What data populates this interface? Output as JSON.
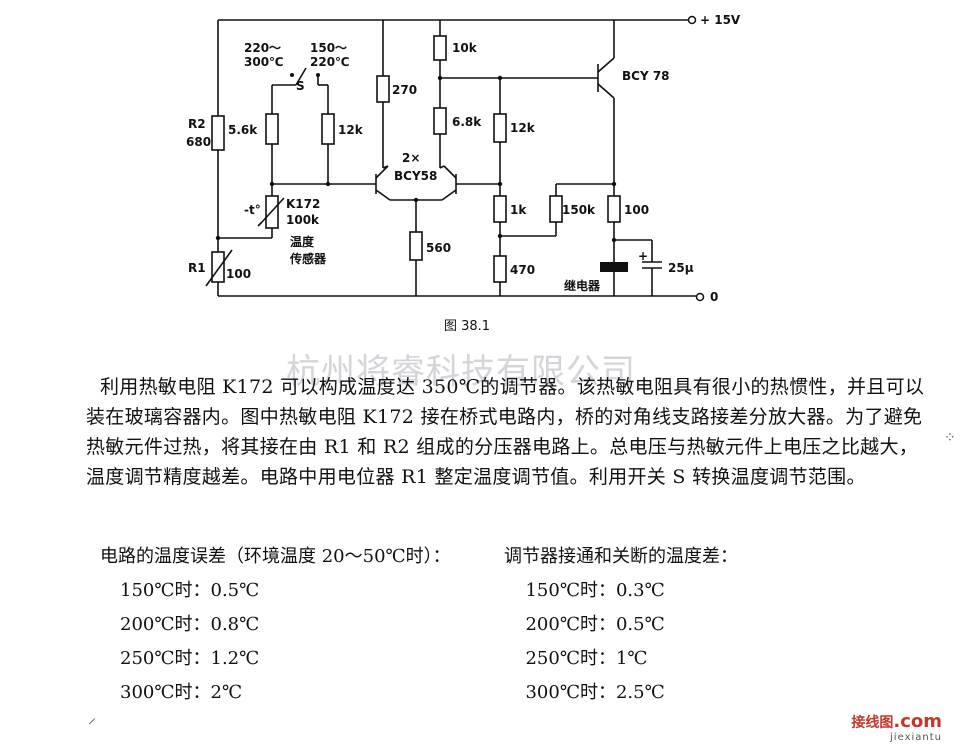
{
  "schematic": {
    "supply_label": "+ 15V",
    "ground_label": "0",
    "switch": {
      "pos1": [
        "220～",
        "300℃"
      ],
      "pos2": [
        "150～",
        "220℃"
      ],
      "name": "S"
    },
    "resistors": {
      "r2": [
        "R2",
        "680"
      ],
      "r1": [
        "R1",
        "100"
      ],
      "r56k": "5.6k",
      "r12k_a": "12k",
      "r270": "270",
      "r10k": "10k",
      "r68k": "6.8k",
      "r12k_b": "12k",
      "r1k": "1k",
      "r150k": "150k",
      "r100": "100",
      "r560": "560",
      "r470": "470"
    },
    "thermistor": {
      "temp_symbol": "-t°",
      "part": "K172",
      "value": "100k",
      "desc": [
        "温度",
        "传感器"
      ]
    },
    "pair": [
      "2×",
      "BCY58"
    ],
    "output_transistor": "BCY 78",
    "capacitor": {
      "plus": "+",
      "value": "25μ"
    },
    "relay": "继电器",
    "caption": "图 38.1"
  },
  "watermark": "杭州将睿科技有限公司",
  "paragraph": "利用热敏电阻 K172 可以构成温度达 350℃的调节器。该热敏电阻具有很小的热惯性，并且可以装在玻璃容器内。图中热敏电阻 K172 接在桥式电路内，桥的对角线支路接差分放大器。为了避免热敏元件过热，将其接在由 R1 和 R2 组成的分压器电路上。总电压与热敏元件上电压之比越大，温度调节精度越差。电路中用电位器 R1 整定温度调节值。利用开关 S 转换温度调节范围。",
  "table": {
    "left_header": "电路的温度误差（环境温度 20～50℃时）：",
    "right_header": "调节器接通和关断的温度差：",
    "left_rows": [
      "150℃时：0.5℃",
      "200℃时：0.8℃",
      "250℃时：1.2℃",
      "300℃时：2℃"
    ],
    "right_rows": [
      "150℃时：0.3℃",
      "200℃时：0.5℃",
      "250℃时：1℃",
      "300℃时：2.5℃"
    ]
  },
  "logo": {
    "cn": "接线图",
    "com": ".com",
    "en": "jiexiantu"
  },
  "icons": [
    "resistor-symbol",
    "transistor-symbol",
    "thermistor-symbol",
    "potentiometer-symbol",
    "capacitor-symbol",
    "relay-symbol",
    "switch-symbol"
  ]
}
